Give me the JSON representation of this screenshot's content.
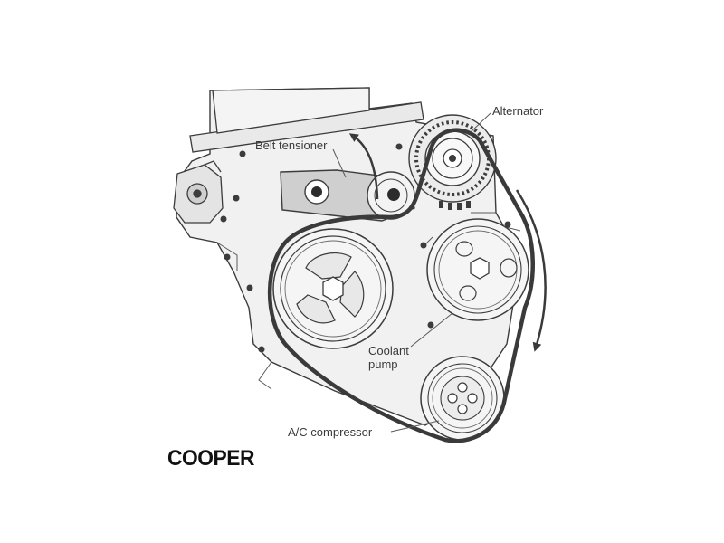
{
  "labels": {
    "alternator": "Alternator",
    "belt_tensioner": "Belt tensioner",
    "coolant_pump": "Coolant pump",
    "ac_compressor": "A/C compressor"
  },
  "logo": {
    "text": "COOPER"
  },
  "colors": {
    "line": "#3c3c3c",
    "engine_fill": "#f1f1f1",
    "shade": "#cfcfcf",
    "belt": "#3a3a3a",
    "background": "#ffffff"
  }
}
